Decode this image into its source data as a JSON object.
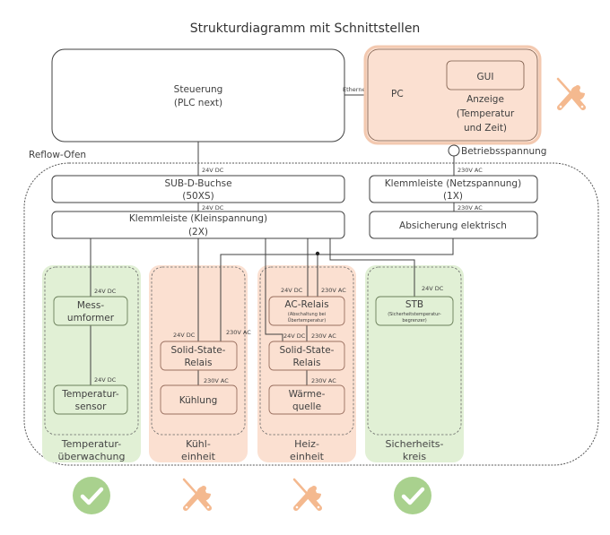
{
  "title": "Strukturdiagramm mit Schnittstellen",
  "colors": {
    "orange_fill": "#fbe0d1",
    "orange_stroke": "#e8a782",
    "green_fill": "#e1f0d5",
    "green_stroke": "#7a9a63",
    "tool_icon": "#f4b98f",
    "check_icon": "#a9d18e",
    "line": "#404040"
  },
  "steuerung": {
    "line1": "Steuerung",
    "line2": "(PLC next)"
  },
  "ethernet_label": "Ethernet",
  "pc": {
    "label": "PC",
    "gui_label": "GUI",
    "anzeige_line1": "Anzeige",
    "anzeige_line2": "(Temperatur",
    "anzeige_line3": "und Zeit)",
    "status": "in-progress"
  },
  "betriebsspannung": "Betriebsspannung",
  "reflow_ofen_label": "Reflow-Ofen",
  "sub_d": {
    "line1": "SUB-D-Buchse",
    "line2": "(50XS)"
  },
  "klemm_klein": {
    "line1": "Klemmleiste (Kleinspannung)",
    "line2": "(2X)"
  },
  "klemm_netz": {
    "line1": "Klemmleiste (Netzspannung)",
    "line2": "(1X)"
  },
  "absicherung": "Absicherung elektrisch",
  "voltages": {
    "dc24": "24V DC",
    "ac230": "230V AC"
  },
  "groups": [
    {
      "id": "temperaturueberwachung",
      "title_line1": "Temperatur-",
      "title_line2": "überwachung",
      "color": "green",
      "status": "done",
      "blocks": [
        {
          "line1": "Mess-",
          "line2": "umformer"
        },
        {
          "line1": "Temperatur-",
          "line2": "sensor"
        }
      ]
    },
    {
      "id": "kuehleinheit",
      "title_line1": "Kühl-",
      "title_line2": "einheit",
      "color": "orange",
      "status": "in-progress",
      "blocks": [
        {
          "line1": "Solid-State-",
          "line2": "Relais"
        },
        {
          "line1": "Kühlung",
          "line2": ""
        }
      ]
    },
    {
      "id": "heizeinheit",
      "title_line1": "Heiz-",
      "title_line2": "einheit",
      "color": "orange",
      "status": "in-progress",
      "blocks": [
        {
          "line1": "AC-Relais",
          "line2": "(Abschaltung bei",
          "line3": "Übertemperatur)"
        },
        {
          "line1": "Solid-State-",
          "line2": "Relais"
        },
        {
          "line1": "Wärme-",
          "line2": "quelle"
        }
      ]
    },
    {
      "id": "sicherheitskreis",
      "title_line1": "Sicherheits-",
      "title_line2": "kreis",
      "color": "green",
      "status": "done",
      "blocks": [
        {
          "line1": "STB",
          "line2": "(Sicherheitstemperatur-",
          "line3": "begrenzer)"
        }
      ]
    }
  ],
  "icons": {
    "tool": "wrench-screwdriver-icon",
    "check": "check-circle-icon"
  }
}
